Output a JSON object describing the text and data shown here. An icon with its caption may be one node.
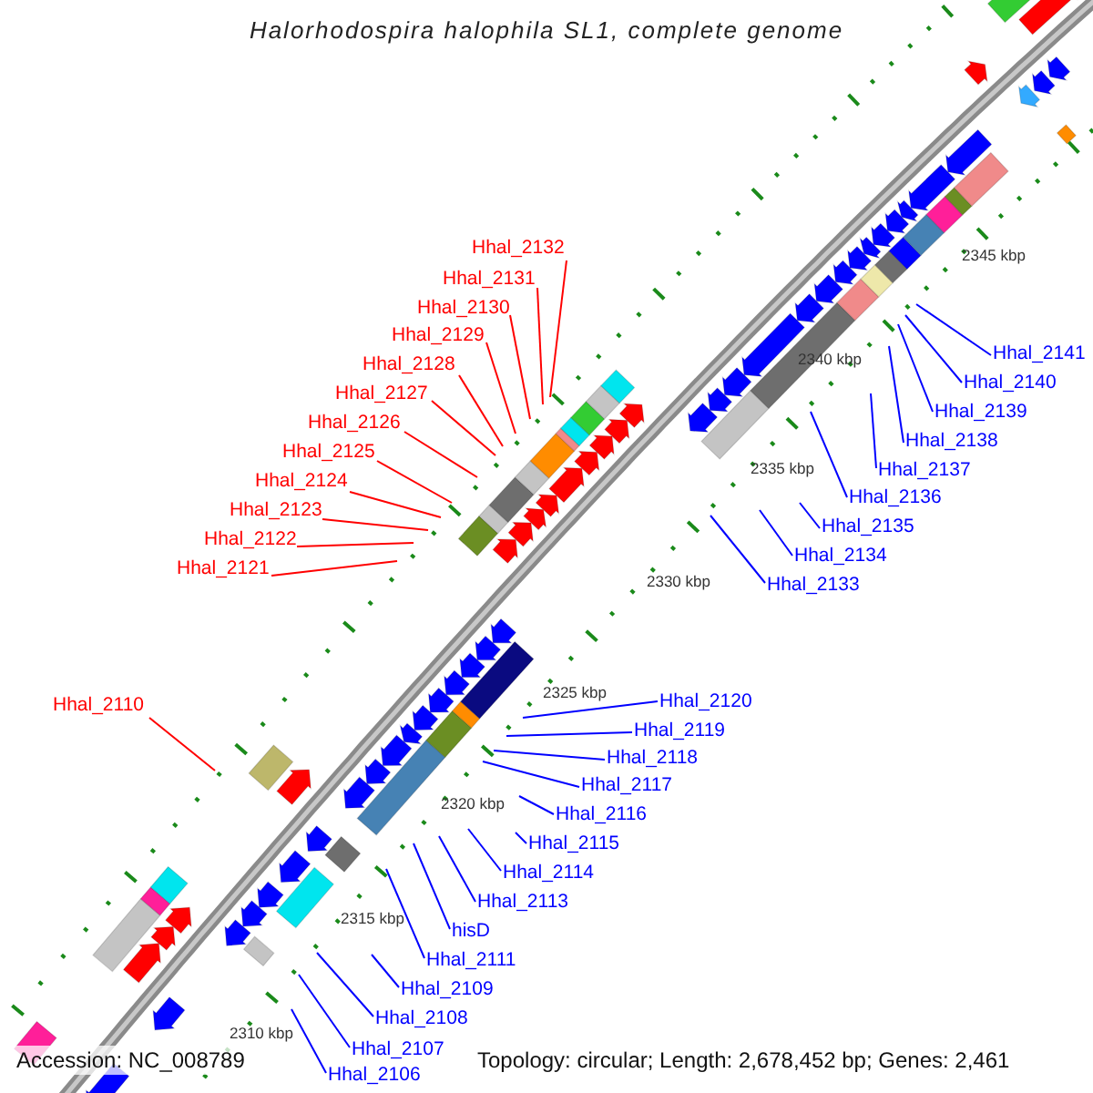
{
  "diagram": {
    "title": "Halorhodospira halophila SL1, complete genome",
    "nodes": [
      {
        "text": [
          "Hhal_2132"
        ]
      },
      {
        "text": [
          "Hhal_2131"
        ]
      },
      {
        "text": [
          "Hhal_2130"
        ]
      },
      {
        "text": [
          "Hhal_2129"
        ]
      },
      {
        "text": [
          "Hhal_2128"
        ]
      },
      {
        "text": [
          "Hhal_2127"
        ]
      },
      {
        "text": [
          "Hhal_2126"
        ]
      },
      {
        "text": [
          "Hhal_2125"
        ]
      },
      {
        "text": [
          "Hhal_2124"
        ]
      },
      {
        "text": [
          "Hhal_2123"
        ]
      },
      {
        "text": [
          "Hhal_2122"
        ]
      },
      {
        "text": [
          "Hhal_2121"
        ]
      },
      {
        "text": [
          "Hhal_2141"
        ]
      },
      {
        "text": [
          "Hhal_2140"
        ]
      },
      {
        "text": [
          "Hhal_2139"
        ]
      },
      {
        "text": [
          "Hhal_2138"
        ]
      },
      {
        "text": [
          "Hhal_2137"
        ]
      },
      {
        "text": [
          "Hhal_2136"
        ]
      },
      {
        "text": [
          "Hhal_2135"
        ]
      },
      {
        "text": [
          "Hhal_2134"
        ]
      },
      {
        "text": [
          "Hhal_2133"
        ]
      },
      {
        "text": [
          "Hhal_2110"
        ]
      },
      {
        "text": [
          "Hhal_2120"
        ]
      },
      {
        "text": [
          "Hhal_2119"
        ]
      },
      {
        "text": [
          "Hhal_2118"
        ]
      },
      {
        "text": [
          "Hhal_2117"
        ]
      },
      {
        "text": [
          "Hhal_2116"
        ]
      },
      {
        "text": [
          "Hhal_2115"
        ]
      },
      {
        "text": [
          "Hhal_2114"
        ]
      },
      {
        "text": [
          "Hhal_2113"
        ]
      },
      {
        "text": [
          "hisD"
        ]
      },
      {
        "text": [
          "Hhal_2111"
        ]
      },
      {
        "text": [
          "Hhal_2109"
        ]
      },
      {
        "text": [
          "Hhal_2108"
        ]
      },
      {
        "text": [
          "Hhal_2107"
        ]
      },
      {
        "text": [
          "Hhal_2106"
        ]
      }
    ],
    "edges": [
      {
        "from": 0,
        "to": null,
        "arrow": "none",
        "color": "#ff0000"
      },
      {
        "from": 1,
        "to": null,
        "arrow": "none",
        "color": "#ff0000"
      },
      {
        "from": 2,
        "to": null,
        "arrow": "none",
        "color": "#ff0000"
      },
      {
        "from": 3,
        "to": null,
        "arrow": "none",
        "color": "#ff0000"
      },
      {
        "from": 4,
        "to": null,
        "arrow": "none",
        "color": "#ff0000"
      },
      {
        "from": 5,
        "to": null,
        "arrow": "none",
        "color": "#ff0000"
      },
      {
        "from": 6,
        "to": null,
        "arrow": "none",
        "color": "#ff0000"
      },
      {
        "from": 7,
        "to": null,
        "arrow": "none",
        "color": "#ff0000"
      },
      {
        "from": 8,
        "to": null,
        "arrow": "none",
        "color": "#ff0000"
      },
      {
        "from": 9,
        "to": null,
        "arrow": "none",
        "color": "#ff0000"
      },
      {
        "from": 10,
        "to": null,
        "arrow": "none",
        "color": "#ff0000"
      },
      {
        "from": 11,
        "to": null,
        "arrow": "none",
        "color": "#ff0000"
      },
      {
        "from": 12,
        "to": null,
        "arrow": "none"
      },
      {
        "from": 13,
        "to": null,
        "arrow": "none"
      },
      {
        "from": 14,
        "to": null,
        "arrow": "none"
      },
      {
        "from": 15,
        "to": null,
        "arrow": "none"
      },
      {
        "from": 16,
        "to": null,
        "arrow": "none"
      },
      {
        "from": 17,
        "to": null,
        "arrow": "none"
      },
      {
        "from": 18,
        "to": null,
        "arrow": "none"
      },
      {
        "from": 19,
        "to": null,
        "arrow": "none"
      },
      {
        "from": 20,
        "to": null,
        "arrow": "none"
      },
      {
        "from": 21,
        "to": null,
        "arrow": "none",
        "color": "#ff0000"
      },
      {
        "from": 22,
        "to": null,
        "arrow": "none"
      },
      {
        "from": 23,
        "to": null,
        "arrow": "none"
      },
      {
        "from": 24,
        "to": null,
        "arrow": "none"
      },
      {
        "from": 25,
        "to": null,
        "arrow": "none"
      },
      {
        "from": 26,
        "to": null,
        "arrow": "none"
      },
      {
        "from": 27,
        "to": null,
        "arrow": "none"
      },
      {
        "from": 28,
        "to": null,
        "arrow": "none"
      },
      {
        "from": 29,
        "to": null,
        "arrow": "none"
      },
      {
        "from": 30,
        "to": null,
        "arrow": "none"
      },
      {
        "from": 31,
        "to": null,
        "arrow": "none"
      },
      {
        "from": 32,
        "to": null,
        "arrow": "none"
      },
      {
        "from": 33,
        "to": null,
        "arrow": "none"
      },
      {
        "from": 34,
        "to": null,
        "arrow": "none"
      },
      {
        "from": 35,
        "to": null,
        "arrow": "none"
      }
    ],
    "labels": [
      "2345 kbp",
      "2340 kbp",
      "2335 kbp",
      "2330 kbp",
      "2325 kbp",
      "2320 kbp",
      "2315 kbp",
      "2310 kbp",
      "Accession: NC_008789",
      "Topology: circular; Length: 2,678,452 bp; Genes: 2,461"
    ]
  }
}
